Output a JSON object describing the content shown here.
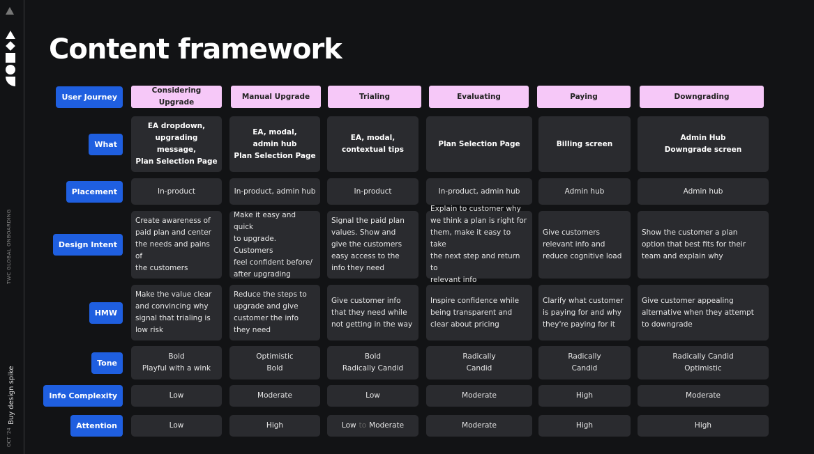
{
  "sidebar": {
    "project": "TWC GLOBAL ONBOARDING",
    "date": "OCT '24",
    "title": "Buy design spike"
  },
  "page_title": "Content framework",
  "row_labels": [
    "User Journey",
    "What",
    "Placement",
    "Design Intent",
    "HMW",
    "Tone",
    "Info Complexity",
    "Attention"
  ],
  "columns": [
    "Considering Upgrade",
    "Manual Upgrade",
    "Trialing",
    "Evaluating",
    "Paying",
    "Downgrading"
  ],
  "rows": {
    "what": [
      "EA dropdown,\nupgrading message,\nPlan Selection Page",
      "EA, modal,\nadmin hub\nPlan Selection Page",
      "EA, modal,\ncontextual tips",
      "Plan Selection Page",
      "Billing screen",
      "Admin Hub\nDowngrade screen"
    ],
    "placement": [
      "In-product",
      "In-product, admin hub",
      "In-product",
      "In-product, admin hub",
      "Admin hub",
      "Admin hub"
    ],
    "design_intent": [
      "Create awareness of\npaid plan and center\nthe needs and pains of\nthe customers",
      "Make it easy and quick\nto upgrade. Customers\nfeel confident before/\nafter upgrading",
      "Signal the paid plan\nvalues. Show and\ngive the customers\neasy access to the\ninfo they need",
      "Explain to customer why\nwe think a plan is right for\nthem, make it easy to take\nthe next step and return to\nrelevant info",
      "Give customers\nrelevant info and\nreduce cognitive load",
      "Show the customer a plan\noption that best fits for their\nteam and explain why"
    ],
    "hmw": [
      "Make the value clear\nand convincing why\nsignal that trialing is\nlow risk",
      "Reduce the steps to\nupgrade and give\ncustomer the info\nthey need",
      "Give customer info\nthat they need while\nnot getting in the way",
      "Inspire confidence while\nbeing transparent and\nclear about pricing",
      "Clarify what customer\nis  paying for and why\nthey're paying for it",
      "Give customer appealing\nalternative when they attempt\nto downgrade"
    ],
    "tone": [
      "Bold\nPlayful with a wink",
      "Optimistic\nBold",
      "Bold\nRadically Candid",
      "Radically\nCandid",
      "Radically\nCandid",
      "Radically Candid\nOptimistic"
    ],
    "info_complexity": [
      "Low",
      "Moderate",
      "Low",
      "Moderate",
      "High",
      "Moderate"
    ],
    "attention": [
      "Low",
      "High",
      {
        "from": "Low",
        "sep": "to",
        "to": "Moderate"
      },
      "Moderate",
      "High",
      "High"
    ]
  },
  "colors": {
    "label_blue": "#1f5fe0",
    "header_pink": "#f6c8f8",
    "cell": "#2a2b2f",
    "background": "#121315"
  }
}
